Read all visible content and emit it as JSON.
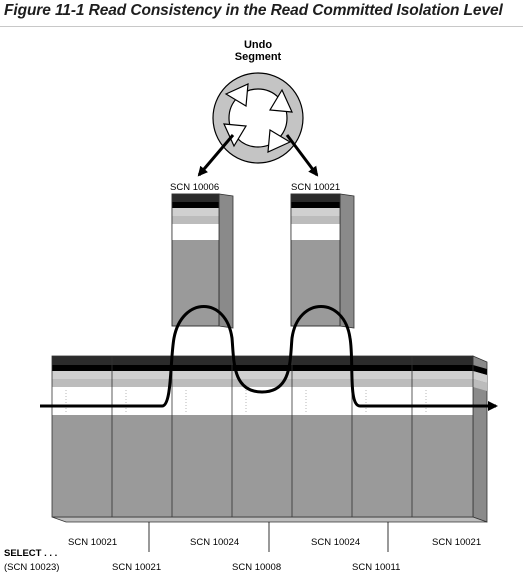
{
  "figure": {
    "title": "Figure 11-1 Read Consistency in the Read Committed Isolation Level"
  },
  "undo_segment": {
    "label_line1": "Undo",
    "label_line2": "Segment"
  },
  "undo_blocks": [
    {
      "label": "SCN 10006"
    },
    {
      "label": "SCN 10021"
    }
  ],
  "data_blocks": [
    {
      "label": "SCN 10021"
    },
    {
      "label": "SCN 10021"
    },
    {
      "label": "SCN 10024"
    },
    {
      "label": "SCN 10008"
    },
    {
      "label": "SCN 10024"
    },
    {
      "label": "SCN 10011"
    },
    {
      "label": "SCN 10021"
    }
  ],
  "query": {
    "label": "SELECT . . .",
    "scn": "(SCN 10023)"
  },
  "colors": {
    "block_body": "#9a9a9a",
    "block_side": "#8a8a8a",
    "block_top_dark": "#2b2b2b",
    "band_black": "#000000",
    "band_light": "#d0d0d0",
    "band_mid": "#bcbcbc",
    "band_white": "#ffffff",
    "block_bottom": "#bdbdbd",
    "undo_circle": "#c4c4c4"
  }
}
